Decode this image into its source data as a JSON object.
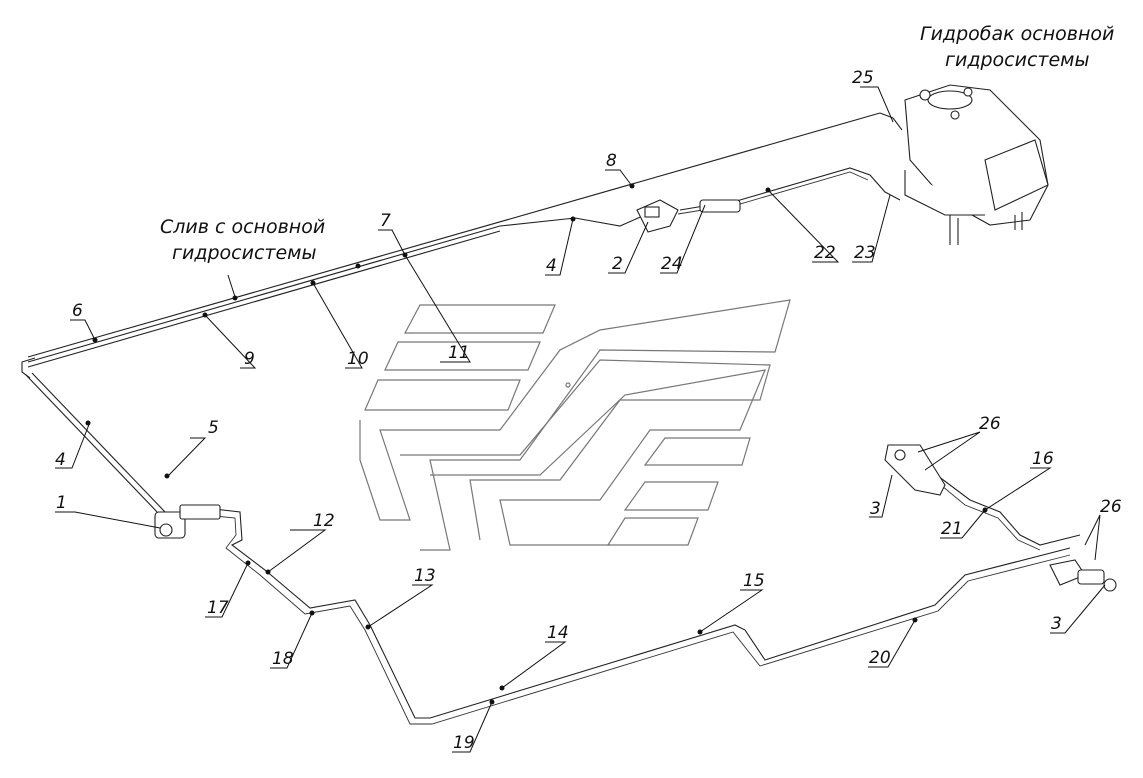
{
  "titles": {
    "tank_line1": "Гидробак основной",
    "tank_line2": "гидросистемы",
    "drain_line1": "Слив с основной",
    "drain_line2": "гидросистемы"
  },
  "callouts": [
    "1",
    "2",
    "3",
    "3",
    "4",
    "4",
    "5",
    "6",
    "7",
    "8",
    "9",
    "10",
    "11",
    "12",
    "13",
    "14",
    "15",
    "16",
    "17",
    "18",
    "19",
    "20",
    "21",
    "22",
    "23",
    "24",
    "25",
    "26",
    "26"
  ]
}
